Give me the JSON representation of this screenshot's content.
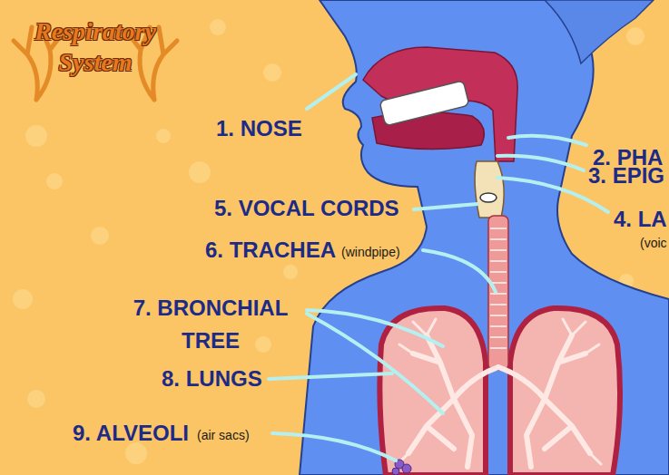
{
  "diagram": {
    "title": "Respiratory System",
    "labels": [
      "1. NOSE",
      "2. PHA",
      "3. EPIG",
      "4. LA",
      "(voic",
      "5. VOCAL CORDS",
      "6. TRACHEA",
      "(windpipe)",
      "7. BRONCHIAL TREE",
      "8. LUNGS",
      "9. ALVEOLI",
      "(air sacs)"
    ]
  }
}
